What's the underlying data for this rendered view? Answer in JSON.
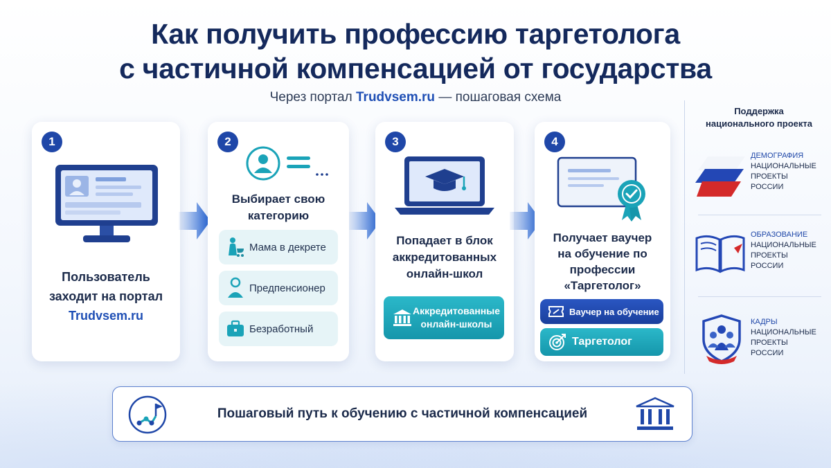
{
  "header": {
    "title_line1": "Как получить профессию таргетолога",
    "title_line2": "с частичной компенсацией от государства",
    "subtitle_prefix": "Через портал",
    "subtitle_brand": "Trudvsem.ru",
    "subtitle_suffix": "— пошаговая схема"
  },
  "steps": [
    {
      "number": "1",
      "line1": "Пользователь",
      "line2": "заходит на портал",
      "line3": "Trudvsem.ru"
    },
    {
      "number": "2",
      "line1": "Выбирает свою",
      "line2": "категорию",
      "categories": [
        {
          "label": "Мама в декрете",
          "icon": "mother-stroller-icon"
        },
        {
          "label": "Предпенсионер",
          "icon": "senior-person-icon"
        },
        {
          "label": "Безработный",
          "icon": "briefcase-icon"
        }
      ]
    },
    {
      "number": "3",
      "line1": "Попадает в блок",
      "line2": "аккредитованных",
      "line3": "онлайн-школ",
      "pill_line1": "Аккредитованные",
      "pill_line2": "онлайн-школы"
    },
    {
      "number": "4",
      "line1": "Получает ваучер",
      "line2": "на обучение по",
      "line3": "профессии",
      "line4": "«Таргетолог»",
      "voucher_label": "Ваучер на обучение",
      "target_label": "Таргетолог"
    }
  ],
  "support": {
    "title_line1": "Поддержка",
    "title_line2": "национального проекта",
    "projects": [
      {
        "head": "ДЕМОГРАФИЯ",
        "l2": "НАЦИОНАЛЬНЫЕ",
        "l3": "ПРОЕКТЫ",
        "l4": "РОССИИ",
        "icon": "demography-flag-icon"
      },
      {
        "head": "ОБРАЗОВАНИЕ",
        "l2": "НАЦИОНАЛЬНЫЕ",
        "l3": "ПРОЕКТЫ",
        "l4": "РОССИИ",
        "icon": "open-book-icon"
      },
      {
        "head": "КАДРЫ",
        "l2": "НАЦИОНАЛЬНЫЕ",
        "l3": "ПРОЕКТЫ",
        "l4": "РОССИИ",
        "icon": "people-shield-icon"
      }
    ]
  },
  "footer": {
    "label": "Пошаговый путь к обучению с частичной компенсацией",
    "left_icon": "route-flag-icon",
    "right_icon": "government-building-icon"
  },
  "colors": {
    "navy": "#14295c",
    "brand_blue": "#1f47a8",
    "teal": "#1aa3b8",
    "light_teal": "#e6f4f7",
    "red": "#d42a2a"
  }
}
